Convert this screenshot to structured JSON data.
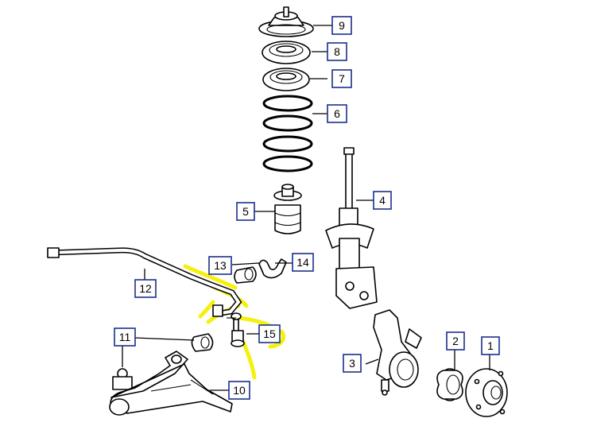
{
  "labels": [
    {
      "id": "1",
      "text": "1"
    },
    {
      "id": "2",
      "text": "2"
    },
    {
      "id": "3",
      "text": "3"
    },
    {
      "id": "4",
      "text": "4"
    },
    {
      "id": "5",
      "text": "5"
    },
    {
      "id": "6",
      "text": "6"
    },
    {
      "id": "7",
      "text": "7"
    },
    {
      "id": "8",
      "text": "8"
    },
    {
      "id": "9",
      "text": "9"
    },
    {
      "id": "10",
      "text": "10"
    },
    {
      "id": "11",
      "text": "11"
    },
    {
      "id": "12",
      "text": "12"
    },
    {
      "id": "13",
      "text": "13"
    },
    {
      "id": "14",
      "text": "14"
    },
    {
      "id": "15",
      "text": "15"
    }
  ],
  "colors": {
    "label_border": "#1b2f8c",
    "highlight": "#f4f000",
    "line": "#000000",
    "background": "#ffffff"
  }
}
